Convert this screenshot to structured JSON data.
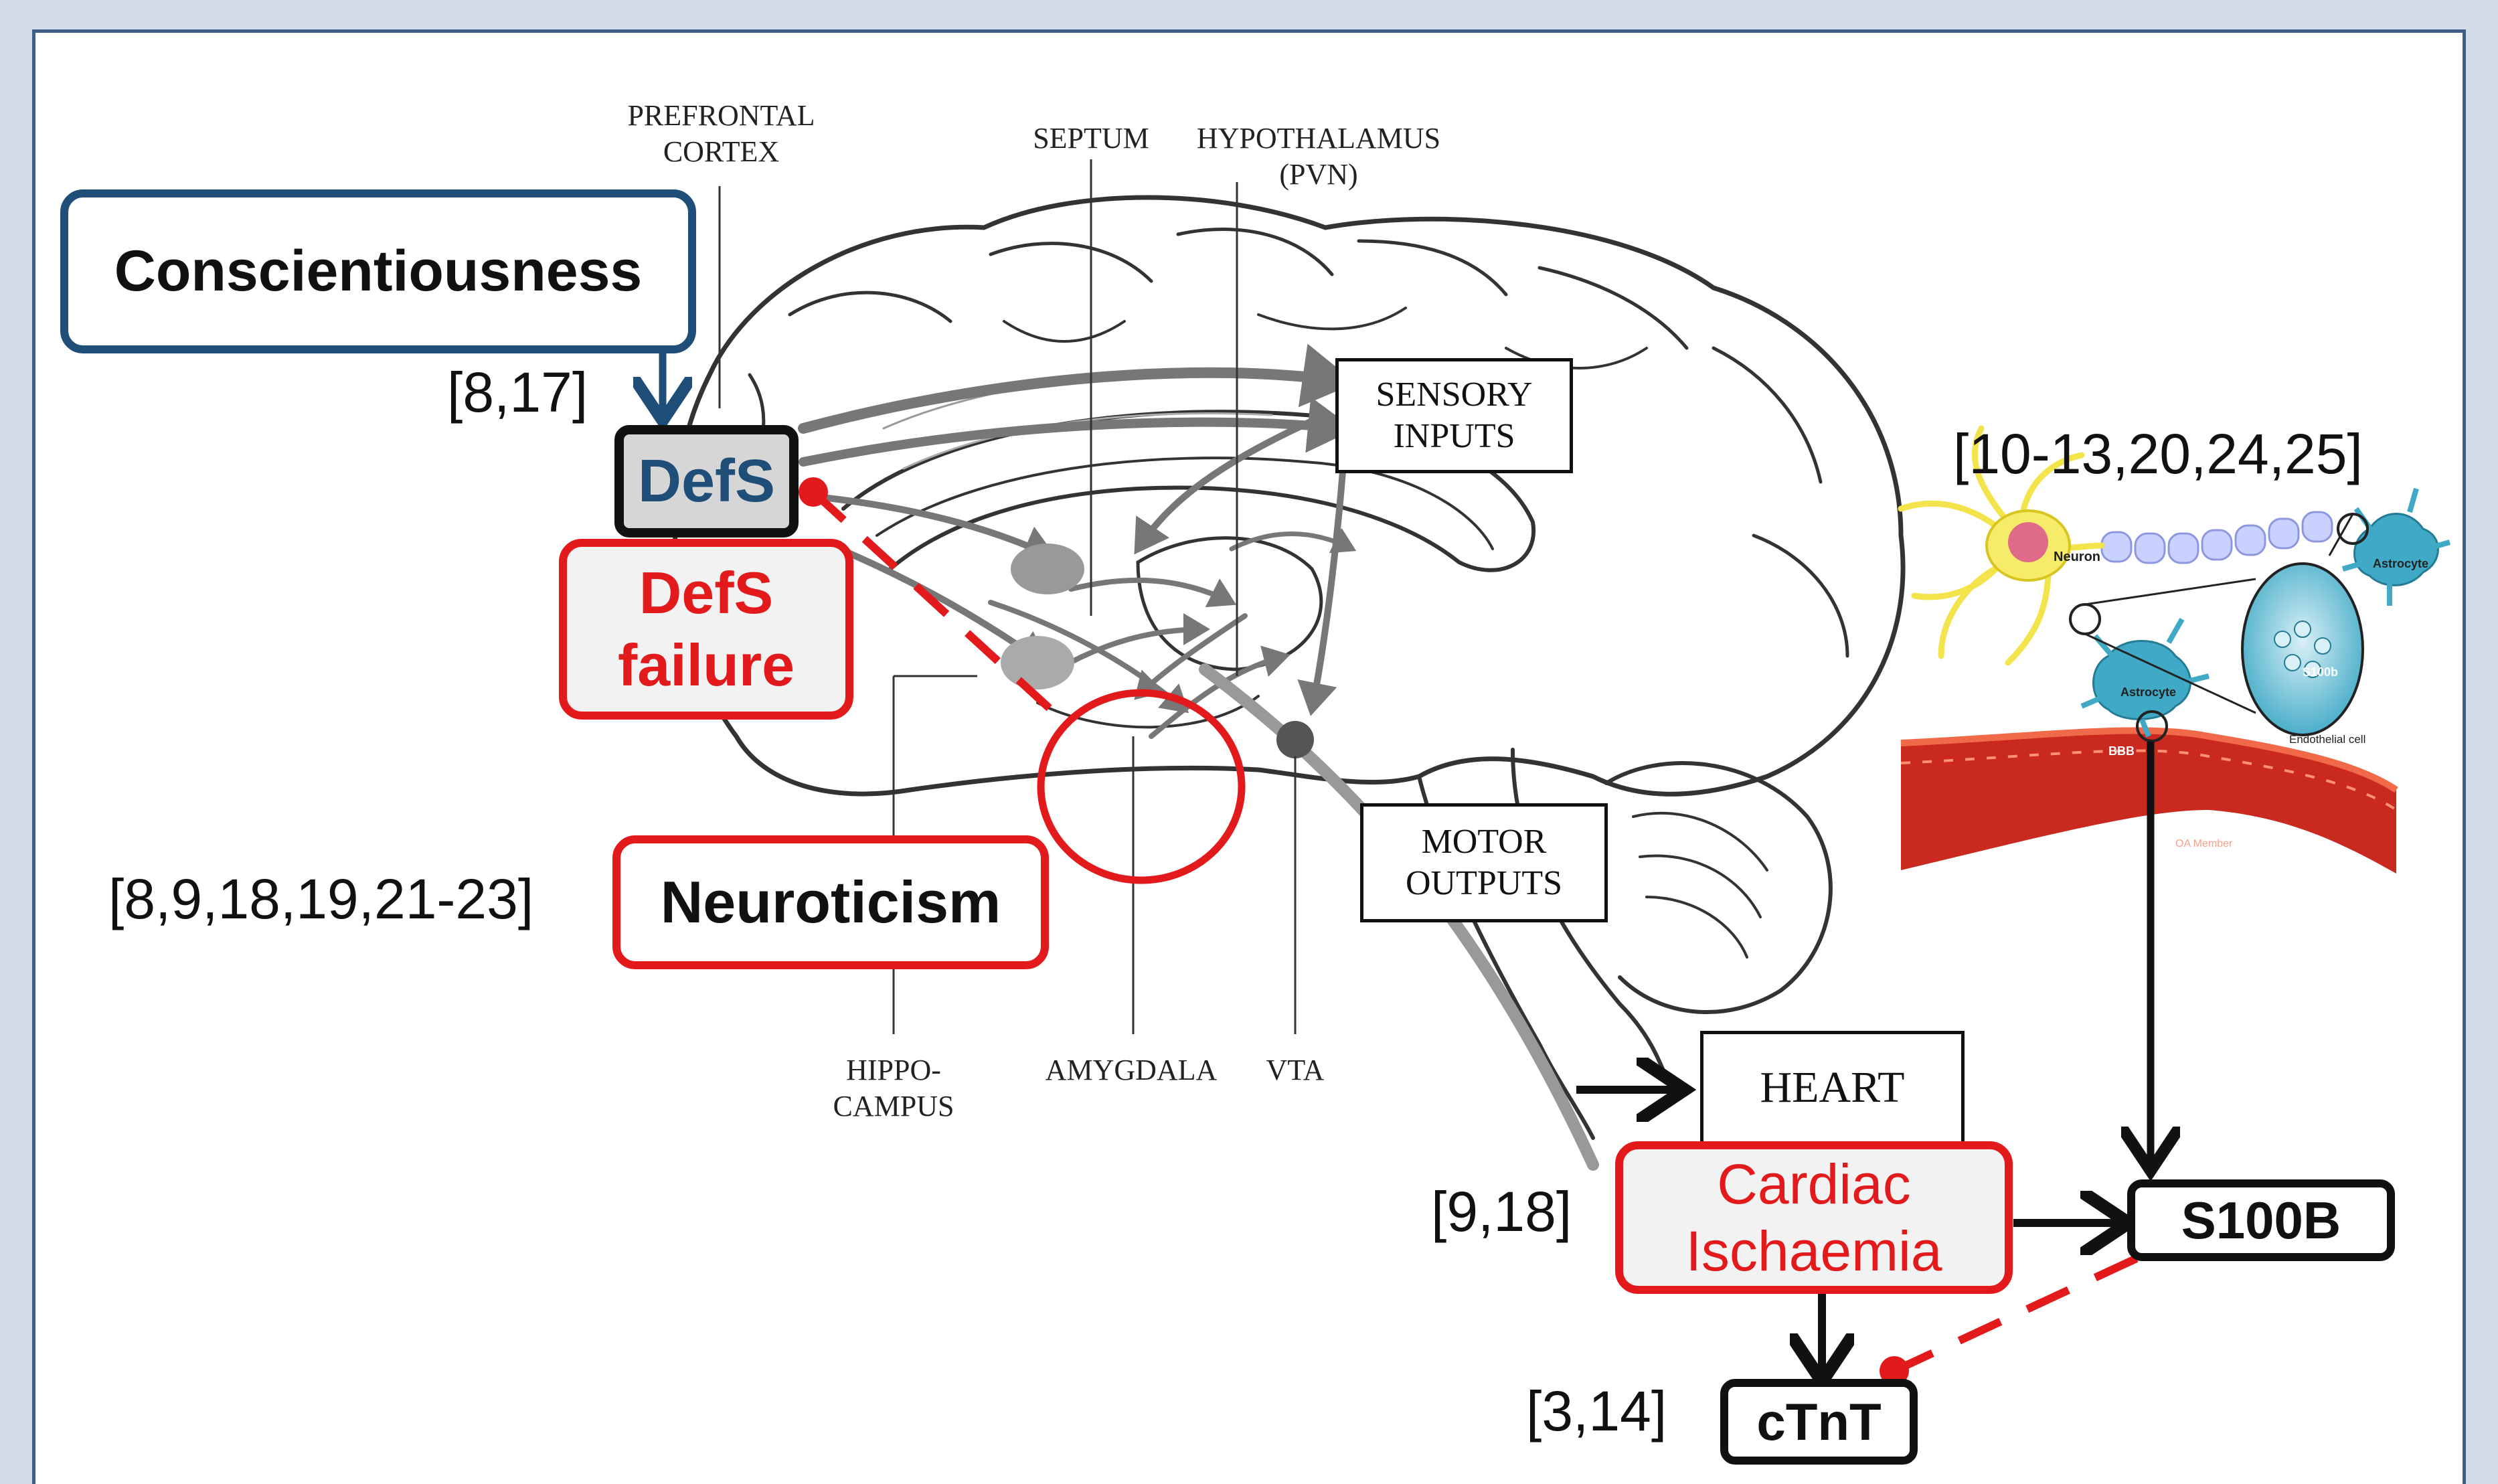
{
  "colors": {
    "background": "#d3dde9",
    "frame_border": "#3d5f86",
    "red": "#e31a1c",
    "blue": "#1f4e79",
    "black": "#111111"
  },
  "anatomy_labels": {
    "prefrontal_cortex": [
      "PREFRONTAL",
      "CORTEX"
    ],
    "septum": "SEPTUM",
    "hypothalamus": [
      "HYPOTHALAMUS",
      "(PVN)"
    ],
    "hippocampus": [
      "HIPPO-",
      "CAMPUS"
    ],
    "amygdala": "AMYGDALA",
    "vta": "VTA"
  },
  "boxes": {
    "conscientiousness": "Conscientiousness",
    "defs": "DefS",
    "defs_failure": [
      "DefS",
      "failure"
    ],
    "neuroticism": "Neuroticism",
    "sensory_inputs": [
      "SENSORY",
      "INPUTS"
    ],
    "motor_outputs": [
      "MOTOR",
      "OUTPUTS"
    ],
    "heart": "HEART",
    "cardiac_ischaemia": [
      "Cardiac",
      "Ischaemia"
    ],
    "s100b": "S100B",
    "ctnt": "cTnT"
  },
  "references": {
    "conscientiousness": "[8,17]",
    "neuroticism": "[8,9,18,19,21-23]",
    "s100b_inset": "[10-13,20,24,25]",
    "cardiac": "[9,18]",
    "ctnt": "[3,14]"
  },
  "inset_labels": {
    "neuron": "Neuron",
    "astrocyte_top": "Astrocyte",
    "astrocyte_bottom": "Astrocyte",
    "s100b": "S100b",
    "bbb": "BBB",
    "endothelial": "Endothelial cell",
    "rbc": "OA Member"
  },
  "icons": [
    "brain-sagittal-illustration",
    "neuron-astrocyte-bbb-illustration"
  ]
}
